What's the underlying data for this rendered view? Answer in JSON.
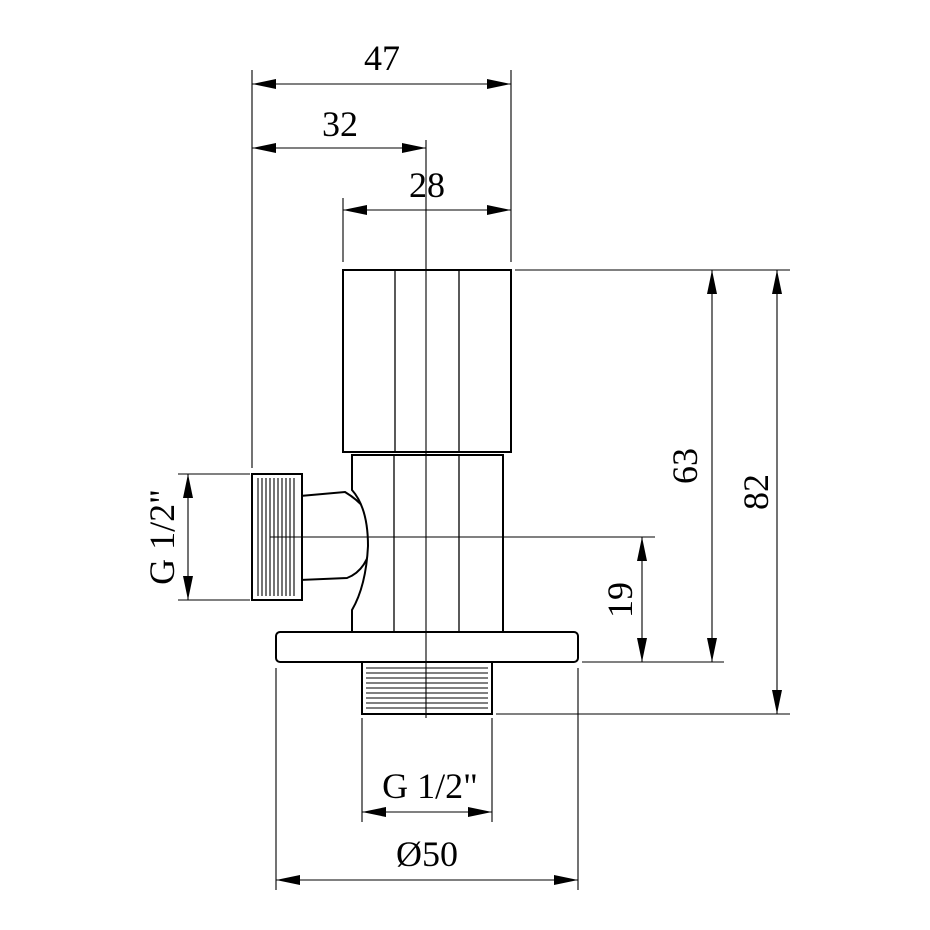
{
  "drawing": {
    "title": "",
    "dimensions": {
      "width_overall": "47",
      "width_to_axis": "32",
      "width_handle": "28",
      "height_body": "63",
      "height_overall": "82",
      "height_outlet_axis": "19",
      "thread_outlet": "G 1/2\"",
      "thread_inlet": "G 1/2\"",
      "flange_diameter": "Ø50"
    }
  }
}
